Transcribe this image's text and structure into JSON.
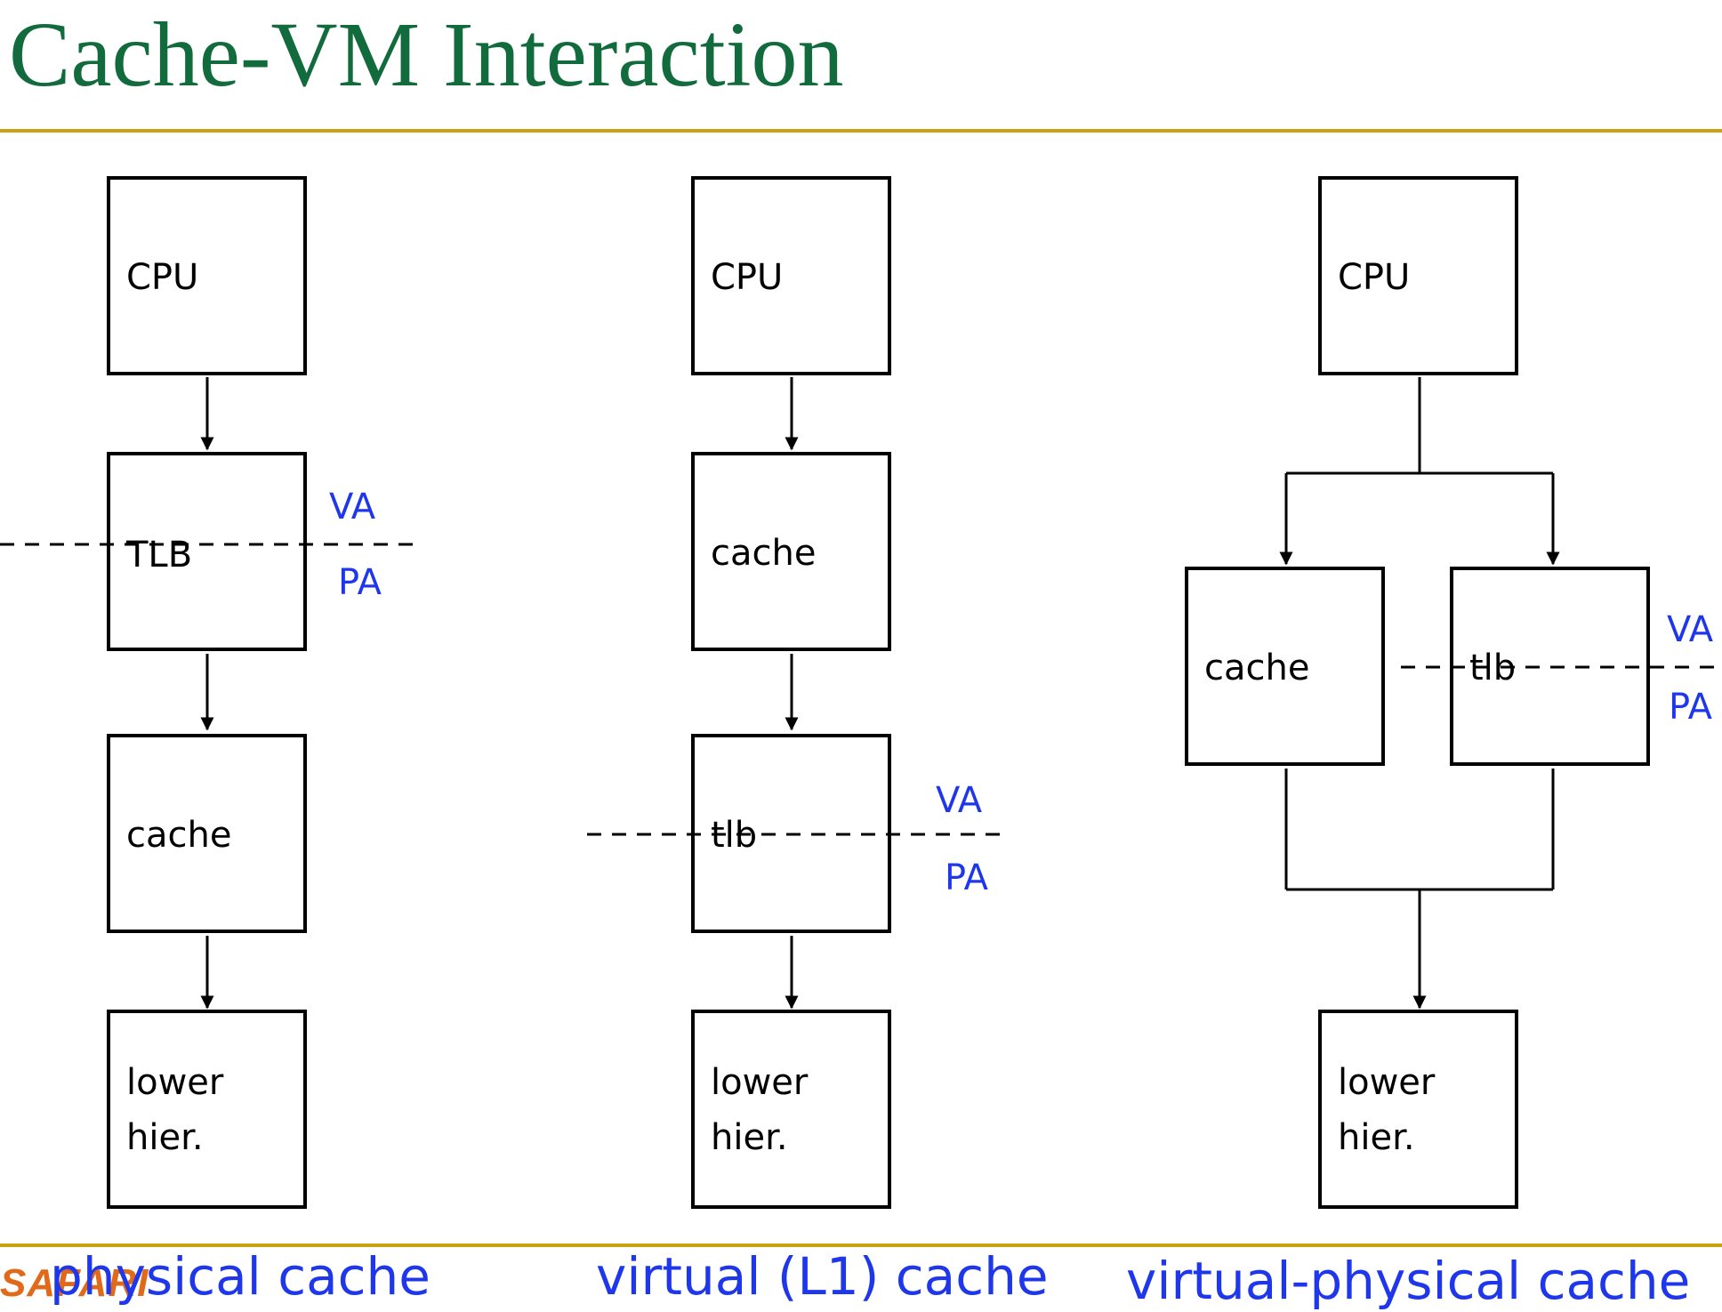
{
  "slide": {
    "title": "Cache-VM Interaction",
    "logo": "SAFARI"
  },
  "columns": [
    {
      "caption": "physical cache",
      "boxes": [
        "CPU",
        "TLB",
        "cache",
        "lower\nhier."
      ],
      "va_label": "VA",
      "pa_label": "PA"
    },
    {
      "caption": "virtual (L1) cache",
      "boxes": [
        "CPU",
        "cache",
        "tlb",
        "lower\nhier."
      ],
      "va_label": "VA",
      "pa_label": "PA"
    },
    {
      "caption": "virtual-physical cache",
      "boxes": [
        "CPU",
        "cache",
        "tlb",
        "lower\nhier."
      ],
      "va_label": "VA",
      "pa_label": "PA"
    }
  ],
  "colors": {
    "title": "#126b3c",
    "rule": "#c8a115",
    "va_pa": "#1f37ea",
    "logo": "#e06a1a"
  }
}
